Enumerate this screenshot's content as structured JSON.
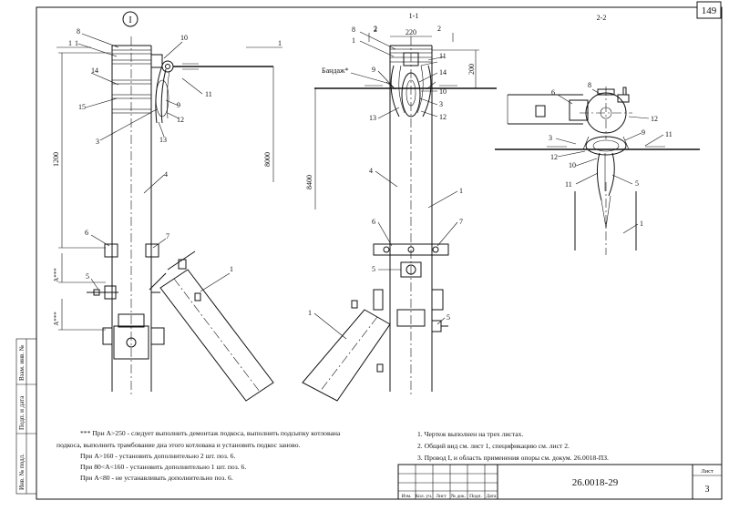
{
  "sheet_number": "149",
  "views": {
    "view_1_label": "I",
    "view_section_1_label": "1-1",
    "view_section_2_label": "2-2"
  },
  "dimensions": {
    "d_1200": "1200",
    "d_8000": "8000",
    "d_8400": "8400",
    "d_220": "220",
    "d_200": "200",
    "d_A_1": "A***",
    "d_A_2": "A***"
  },
  "section_marks": [
    "1",
    "1",
    "2",
    "2"
  ],
  "bandage_label": "Бандаж*",
  "callouts_view1": [
    "8",
    "1",
    "14",
    "15",
    "3",
    "10",
    "11",
    "9",
    "12",
    "13",
    "4",
    "6",
    "7",
    "5",
    "1"
  ],
  "callouts_view2": [
    "8",
    "2",
    "1",
    "9",
    "11",
    "13",
    "14",
    "3",
    "12",
    "10",
    "4",
    "1",
    "6",
    "7",
    "5",
    "1",
    "5"
  ],
  "callouts_view3": [
    "6",
    "8",
    "12",
    "3",
    "12",
    "9",
    "11",
    "10",
    "11",
    "5",
    "1"
  ],
  "notes_left": [
    "*** При А>250 - следует выполнить демонтаж подкоса, выполнить подсыпку котлована",
    "подкоса, выполнить трамбование дна этого котлована и установить подкос заново.",
    "При А>160 - установить дополнительно 2 шт. поз. 6.",
    "При 80<А<160 - установить дополнительно 1 шт. поз. 6.",
    "При А<80 - не устанавливать дополнительно поз. 6."
  ],
  "notes_right": [
    "1. Чертеж выполнен на трех листах.",
    "2. Общий вид см. лист 1, спецификацию см. лист 2.",
    "3. Провод I, и область применения опоры см. докум. 26.0018-ПЗ."
  ],
  "side_stamp": [
    "Инв. № подл.",
    "Подп. и дата",
    "Взам. инв. №"
  ],
  "title_block": {
    "columns": [
      "Изм.",
      "Кол. уч.",
      "Лист",
      "№ док.",
      "Подп.",
      "Дата"
    ],
    "doc_code": "26.0018-29",
    "sheet_label": "Лист",
    "sheet_value": "3"
  }
}
